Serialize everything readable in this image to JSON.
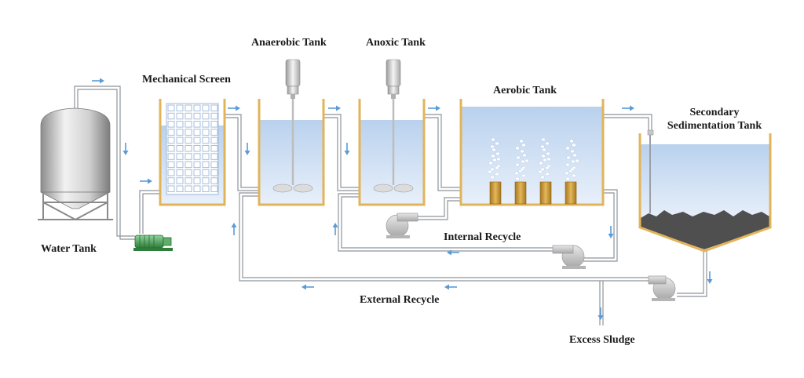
{
  "labels": {
    "water_tank": "Water Tank",
    "mechanical_screen": "Mechanical Screen",
    "anaerobic_tank": "Anaerobic Tank",
    "anoxic_tank": "Anoxic Tank",
    "aerobic_tank": "Aerobic Tank",
    "secondary_sedimentation_line1": "Secondary",
    "secondary_sedimentation_line2": "Sedimentation Tank",
    "internal_recycle": "Internal Recycle",
    "external_recycle": "External Recycle",
    "excess_sludge": "Excess Sludge"
  },
  "colors": {
    "tank_wall": "#e2b45a",
    "water": "#c9dcf2",
    "pipe": "#9aa0a6",
    "arrow": "#5b9bd5",
    "sludge": "#4f4f4f",
    "pump_grey": "#c8c8c8",
    "pump_green": "#3f9e4b",
    "diffuser": "#d09b30"
  }
}
